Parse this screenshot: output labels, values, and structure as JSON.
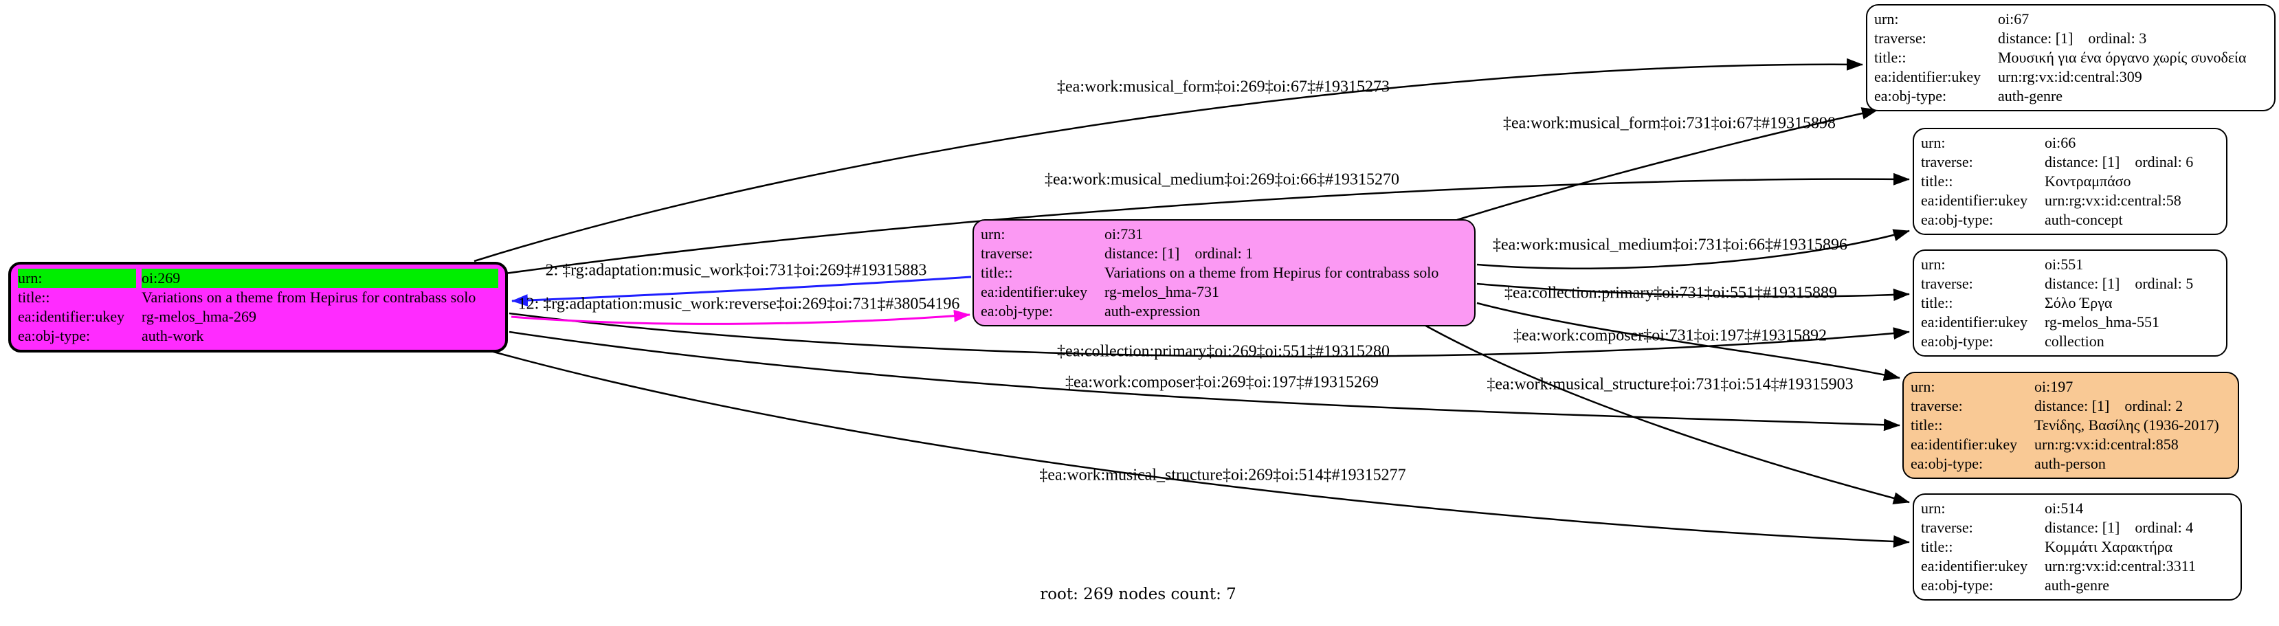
{
  "footer": "root: 269 nodes count: 7",
  "colors": {
    "root_fill": "#ff2bff",
    "root_urn_row": "#00ee00",
    "expression_fill": "#fb99f3",
    "person_fill": "#f9c995",
    "plain_fill": "#ffffff",
    "edge_default": "#000000",
    "edge_adaptation": "#1f1fff",
    "edge_adaptation_reverse": "#ff00e6"
  },
  "nodes": [
    {
      "id": "oi:269",
      "kind": "auth-work-root",
      "rows": [
        {
          "k": "urn:",
          "v": "oi:269"
        },
        {
          "k": "title::",
          "v": "Variations on a theme from Hepirus for contrabass solo"
        },
        {
          "k": "ea:identifier:ukey",
          "v": "rg-melos_hma-269"
        },
        {
          "k": "ea:obj-type:",
          "v": "auth-work"
        }
      ]
    },
    {
      "id": "oi:731",
      "kind": "auth-expression",
      "rows": [
        {
          "k": "urn:",
          "v": "oi:731"
        },
        {
          "k": "traverse:",
          "v": "distance: [1]    ordinal: 1"
        },
        {
          "k": "title::",
          "v": "Variations on a theme from Hepirus for contrabass solo"
        },
        {
          "k": "ea:identifier:ukey",
          "v": "rg-melos_hma-731"
        },
        {
          "k": "ea:obj-type:",
          "v": "auth-expression"
        }
      ]
    },
    {
      "id": "oi:67",
      "kind": "auth-genre",
      "rows": [
        {
          "k": "urn:",
          "v": "oi:67"
        },
        {
          "k": "traverse:",
          "v": "distance: [1]    ordinal: 3"
        },
        {
          "k": "title::",
          "v": "Μουσική για ένα όργανο χωρίς συνοδεία"
        },
        {
          "k": "ea:identifier:ukey",
          "v": "urn:rg:vx:id:central:309"
        },
        {
          "k": "ea:obj-type:",
          "v": "auth-genre"
        }
      ]
    },
    {
      "id": "oi:66",
      "kind": "auth-concept",
      "rows": [
        {
          "k": "urn:",
          "v": "oi:66"
        },
        {
          "k": "traverse:",
          "v": "distance: [1]    ordinal: 6"
        },
        {
          "k": "title::",
          "v": "Κοντραμπάσο"
        },
        {
          "k": "ea:identifier:ukey",
          "v": "urn:rg:vx:id:central:58"
        },
        {
          "k": "ea:obj-type:",
          "v": "auth-concept"
        }
      ]
    },
    {
      "id": "oi:551",
      "kind": "collection",
      "rows": [
        {
          "k": "urn:",
          "v": "oi:551"
        },
        {
          "k": "traverse:",
          "v": "distance: [1]    ordinal: 5"
        },
        {
          "k": "title::",
          "v": "Σόλο Έργα"
        },
        {
          "k": "ea:identifier:ukey",
          "v": "rg-melos_hma-551"
        },
        {
          "k": "ea:obj-type:",
          "v": "collection"
        }
      ]
    },
    {
      "id": "oi:197",
      "kind": "auth-person",
      "rows": [
        {
          "k": "urn:",
          "v": "oi:197"
        },
        {
          "k": "traverse:",
          "v": "distance: [1]    ordinal: 2"
        },
        {
          "k": "title::",
          "v": "Τενίδης, Βασίλης (1936-2017)"
        },
        {
          "k": "ea:identifier:ukey",
          "v": "urn:rg:vx:id:central:858"
        },
        {
          "k": "ea:obj-type:",
          "v": "auth-person"
        }
      ]
    },
    {
      "id": "oi:514",
      "kind": "auth-genre",
      "rows": [
        {
          "k": "urn:",
          "v": "oi:514"
        },
        {
          "k": "traverse:",
          "v": "distance: [1]    ordinal: 4"
        },
        {
          "k": "title::",
          "v": "Κομμάτι Χαρακτήρα"
        },
        {
          "k": "ea:identifier:ukey",
          "v": "urn:rg:vx:id:central:3311"
        },
        {
          "k": "ea:obj-type:",
          "v": "auth-genre"
        }
      ]
    }
  ],
  "edges": [
    {
      "label": "‡ea:work:musical_form‡oi:269‡oi:67‡#19315273"
    },
    {
      "label": "‡ea:work:musical_form‡oi:731‡oi:67‡#19315898"
    },
    {
      "label": "‡ea:work:musical_medium‡oi:269‡oi:66‡#19315270"
    },
    {
      "label": "‡ea:work:musical_medium‡oi:731‡oi:66‡#19315896"
    },
    {
      "label": "‡ea:collection:primary‡oi:731‡oi:551‡#19315889"
    },
    {
      "label": "‡ea:work:composer‡oi:731‡oi:197‡#19315892"
    },
    {
      "label": "‡ea:work:musical_structure‡oi:731‡oi:514‡#19315903"
    },
    {
      "label": "2: ‡rg:adaptation:music_work‡oi:731‡oi:269‡#19315883"
    },
    {
      "label": "12: ‡rg:adaptation:music_work:reverse‡oi:269‡oi:731‡#38054196"
    },
    {
      "label": "‡ea:collection:primary‡oi:269‡oi:551‡#19315280"
    },
    {
      "label": "‡ea:work:composer‡oi:269‡oi:197‡#19315269"
    },
    {
      "label": "‡ea:work:musical_structure‡oi:269‡oi:514‡#19315277"
    }
  ]
}
